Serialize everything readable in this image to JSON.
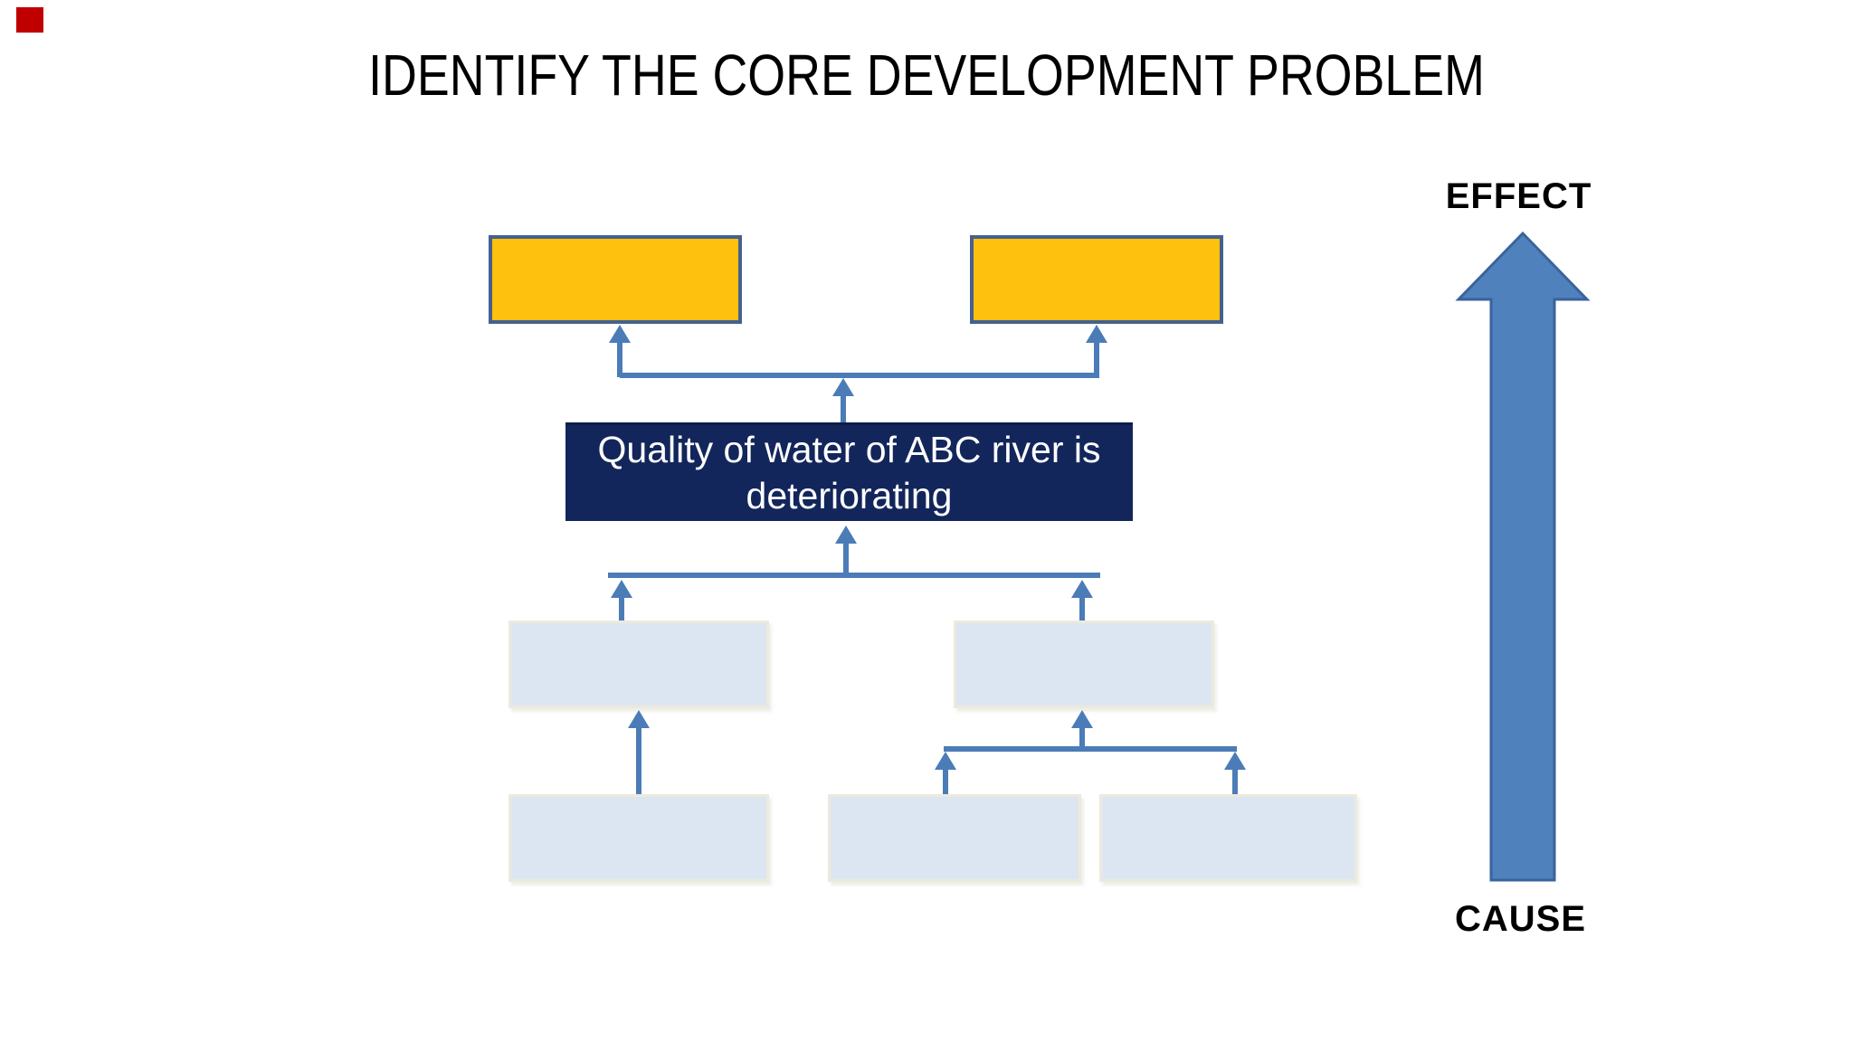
{
  "slide": {
    "title": "IDENTIFY THE CORE DEVELOPMENT PROBLEM"
  },
  "axis_labels": {
    "effect": "EFFECT",
    "cause": "CAUSE"
  },
  "core_problem": {
    "text": "Quality of water of ABC river is deteriorating"
  },
  "effect_boxes": [
    {
      "text": ""
    },
    {
      "text": ""
    }
  ],
  "cause_boxes": [
    {
      "text": ""
    },
    {
      "text": ""
    },
    {
      "text": ""
    },
    {
      "text": ""
    },
    {
      "text": ""
    }
  ],
  "colors": {
    "effect-box-fill": "#fec10e",
    "effect-box-border": "#44618e",
    "core-box-fill": "#13265b",
    "core-box-text": "#ffffff",
    "cause-box-fill": "#dce6f2",
    "cause-box-border": "#eceadc",
    "connector": "#4b7cb8",
    "big-arrow-fill": "#4f81bd",
    "big-arrow-border": "#3a639c",
    "click-marker": "#c00000",
    "title": "#000000",
    "labels": "#000000"
  }
}
